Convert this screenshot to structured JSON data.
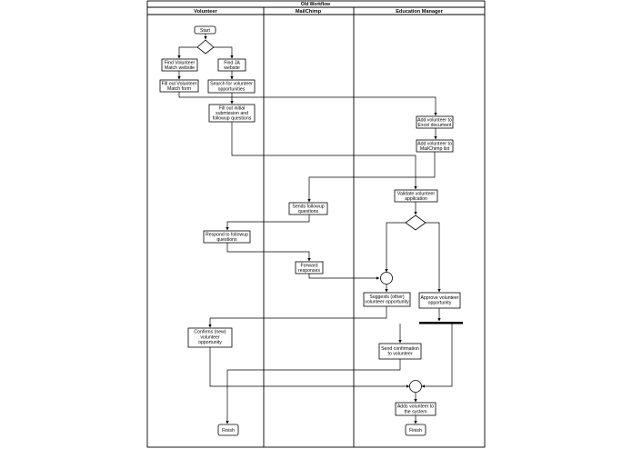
{
  "diagram": {
    "title": "Old Workflow",
    "lanes": [
      "Volunteer",
      "MailChimp",
      "Education Manager"
    ],
    "nodes": {
      "start": "Start",
      "find_vm": [
        "Find Volunteer",
        "Match website"
      ],
      "find_ja": [
        "Find JA",
        "website"
      ],
      "fill_vm": [
        "Fill out Volunteer",
        "Match form"
      ],
      "search_opps": [
        "Search for volunteer",
        "opportunities"
      ],
      "fill_initial": [
        "Fill out initial",
        "submission and",
        "followup questions"
      ],
      "add_excel": [
        "Add volunteer to",
        "Excel document"
      ],
      "add_mailchimp": [
        "Add volunteer to",
        "MailChimp list"
      ],
      "validate": [
        "Validate volunteer",
        "application"
      ],
      "send_followup": [
        "Sends followup",
        "questions"
      ],
      "respond_followup": [
        "Respond to followup",
        "questions"
      ],
      "forward": [
        "Forward",
        "responses"
      ],
      "suggests": [
        "Suggests (other)",
        "volunteer opportunity"
      ],
      "approve": [
        "Approve volunteer",
        "opportunity"
      ],
      "confirms": [
        "Confirms (new)",
        "volunteer",
        "opportunity"
      ],
      "send_confirm": [
        "Send confirmation",
        "to volunteer"
      ],
      "adds_system": [
        "Adds volunteer to",
        "the system"
      ],
      "finish_volunteer": "Finish",
      "finish_manager": "Finish"
    }
  }
}
